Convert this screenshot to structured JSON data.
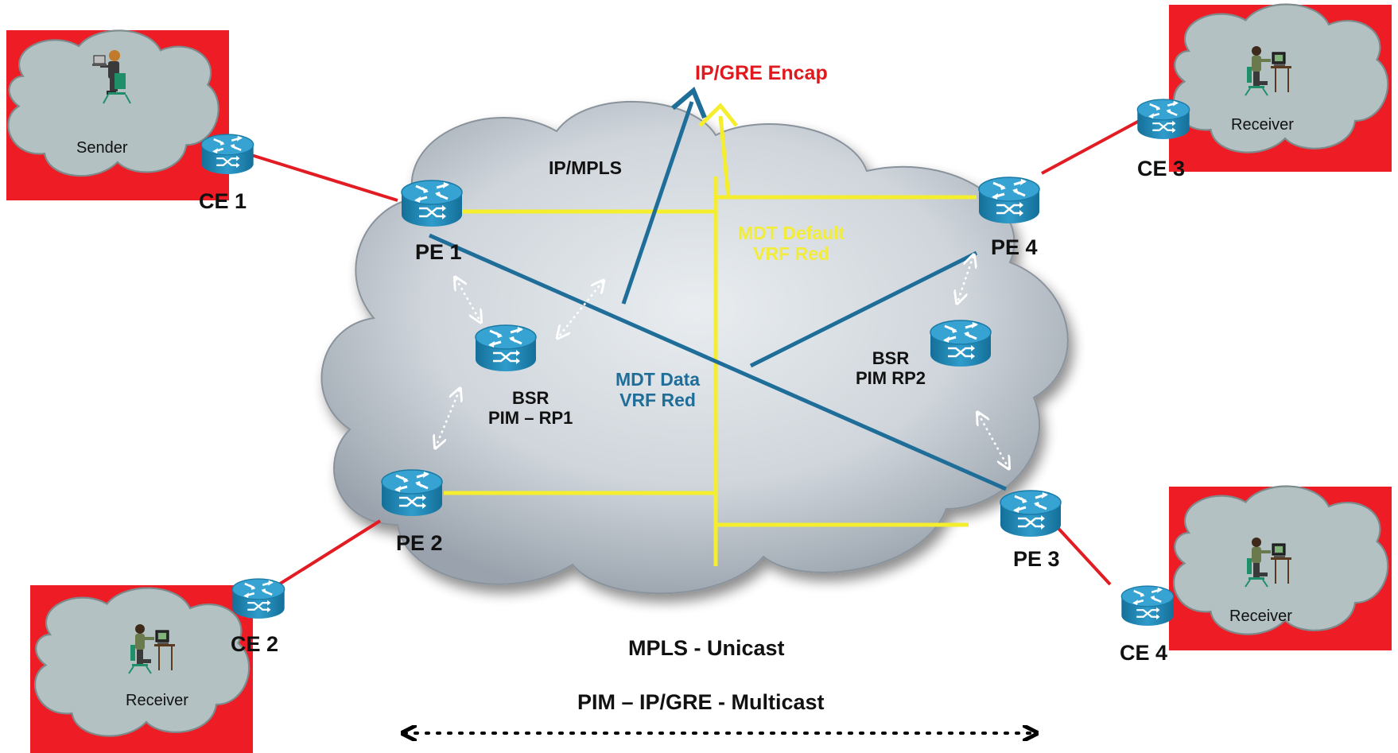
{
  "diagram": {
    "encap_label": "IP/GRE Encap",
    "core_label": "IP/MPLS",
    "mdt_default": [
      "MDT Default",
      "VRF Red"
    ],
    "mdt_data": [
      "MDT Data",
      "VRF Red"
    ],
    "bsr1": [
      "BSR",
      "PIM – RP1"
    ],
    "bsr2": [
      "BSR",
      "PIM RP2"
    ],
    "unicast_label": "MPLS - Unicast",
    "multicast_label": "PIM – IP/GRE - Multicast",
    "pe_routers": [
      "PE 1",
      "PE 2",
      "PE 3",
      "PE 4"
    ],
    "ce_routers": [
      "CE 1",
      "CE 2",
      "CE 3",
      "CE 4"
    ],
    "sites": [
      "Sender",
      "Receiver",
      "Receiver",
      "Receiver"
    ],
    "colors": {
      "site_box": "#ee1c25",
      "site_cloud": "#b6c2c4",
      "mdt_default_line": "#f4ee2f",
      "mdt_data_line": "#1f6e99",
      "access_link": "#e31b23",
      "router": "#1c87b4",
      "encap_text": "#e0191e"
    }
  }
}
